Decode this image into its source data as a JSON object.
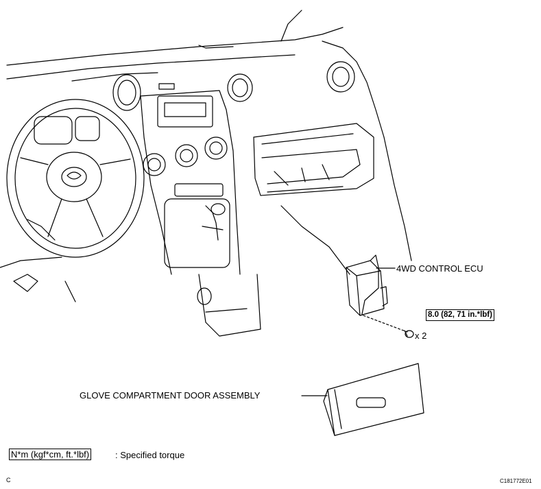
{
  "labels": {
    "ecu": "4WD CONTROL ECU",
    "torque_value": "8.0 (82, 71 in.*lbf)",
    "bolt_qty": "x 2",
    "glove_box": "GLOVE COMPARTMENT DOOR ASSEMBLY",
    "legend_box": "N*m (kgf*cm, ft.*lbf)",
    "legend_text": ": Specified torque",
    "corner_letter": "C",
    "figure_code": "C181772E01"
  }
}
